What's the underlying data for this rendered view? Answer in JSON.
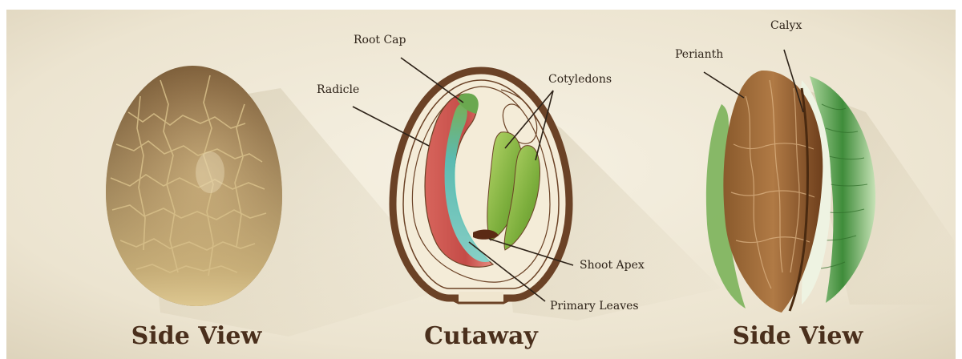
{
  "panels": [
    {
      "caption": "Side View"
    },
    {
      "caption": "Cutaway"
    },
    {
      "caption": "Side View"
    }
  ],
  "labels": {
    "root_cap": "Root Cap",
    "radicle": "Radicle",
    "cotyledons": "Cotyledons",
    "shoot_apex": "Shoot Apex",
    "primary_leaves": "Primary Leaves",
    "calyx": "Calyx",
    "perianth": "Perianth"
  },
  "colors": {
    "background": "#f0e9d8",
    "caption_text": "#4a2f1c",
    "seed_coat": "#6b4226",
    "radicle": "#c8504a",
    "root_tip_teal": "#4fc6bc",
    "cotyledon_green": "#7cae3c",
    "calyx_green": "#3f8c3a"
  }
}
